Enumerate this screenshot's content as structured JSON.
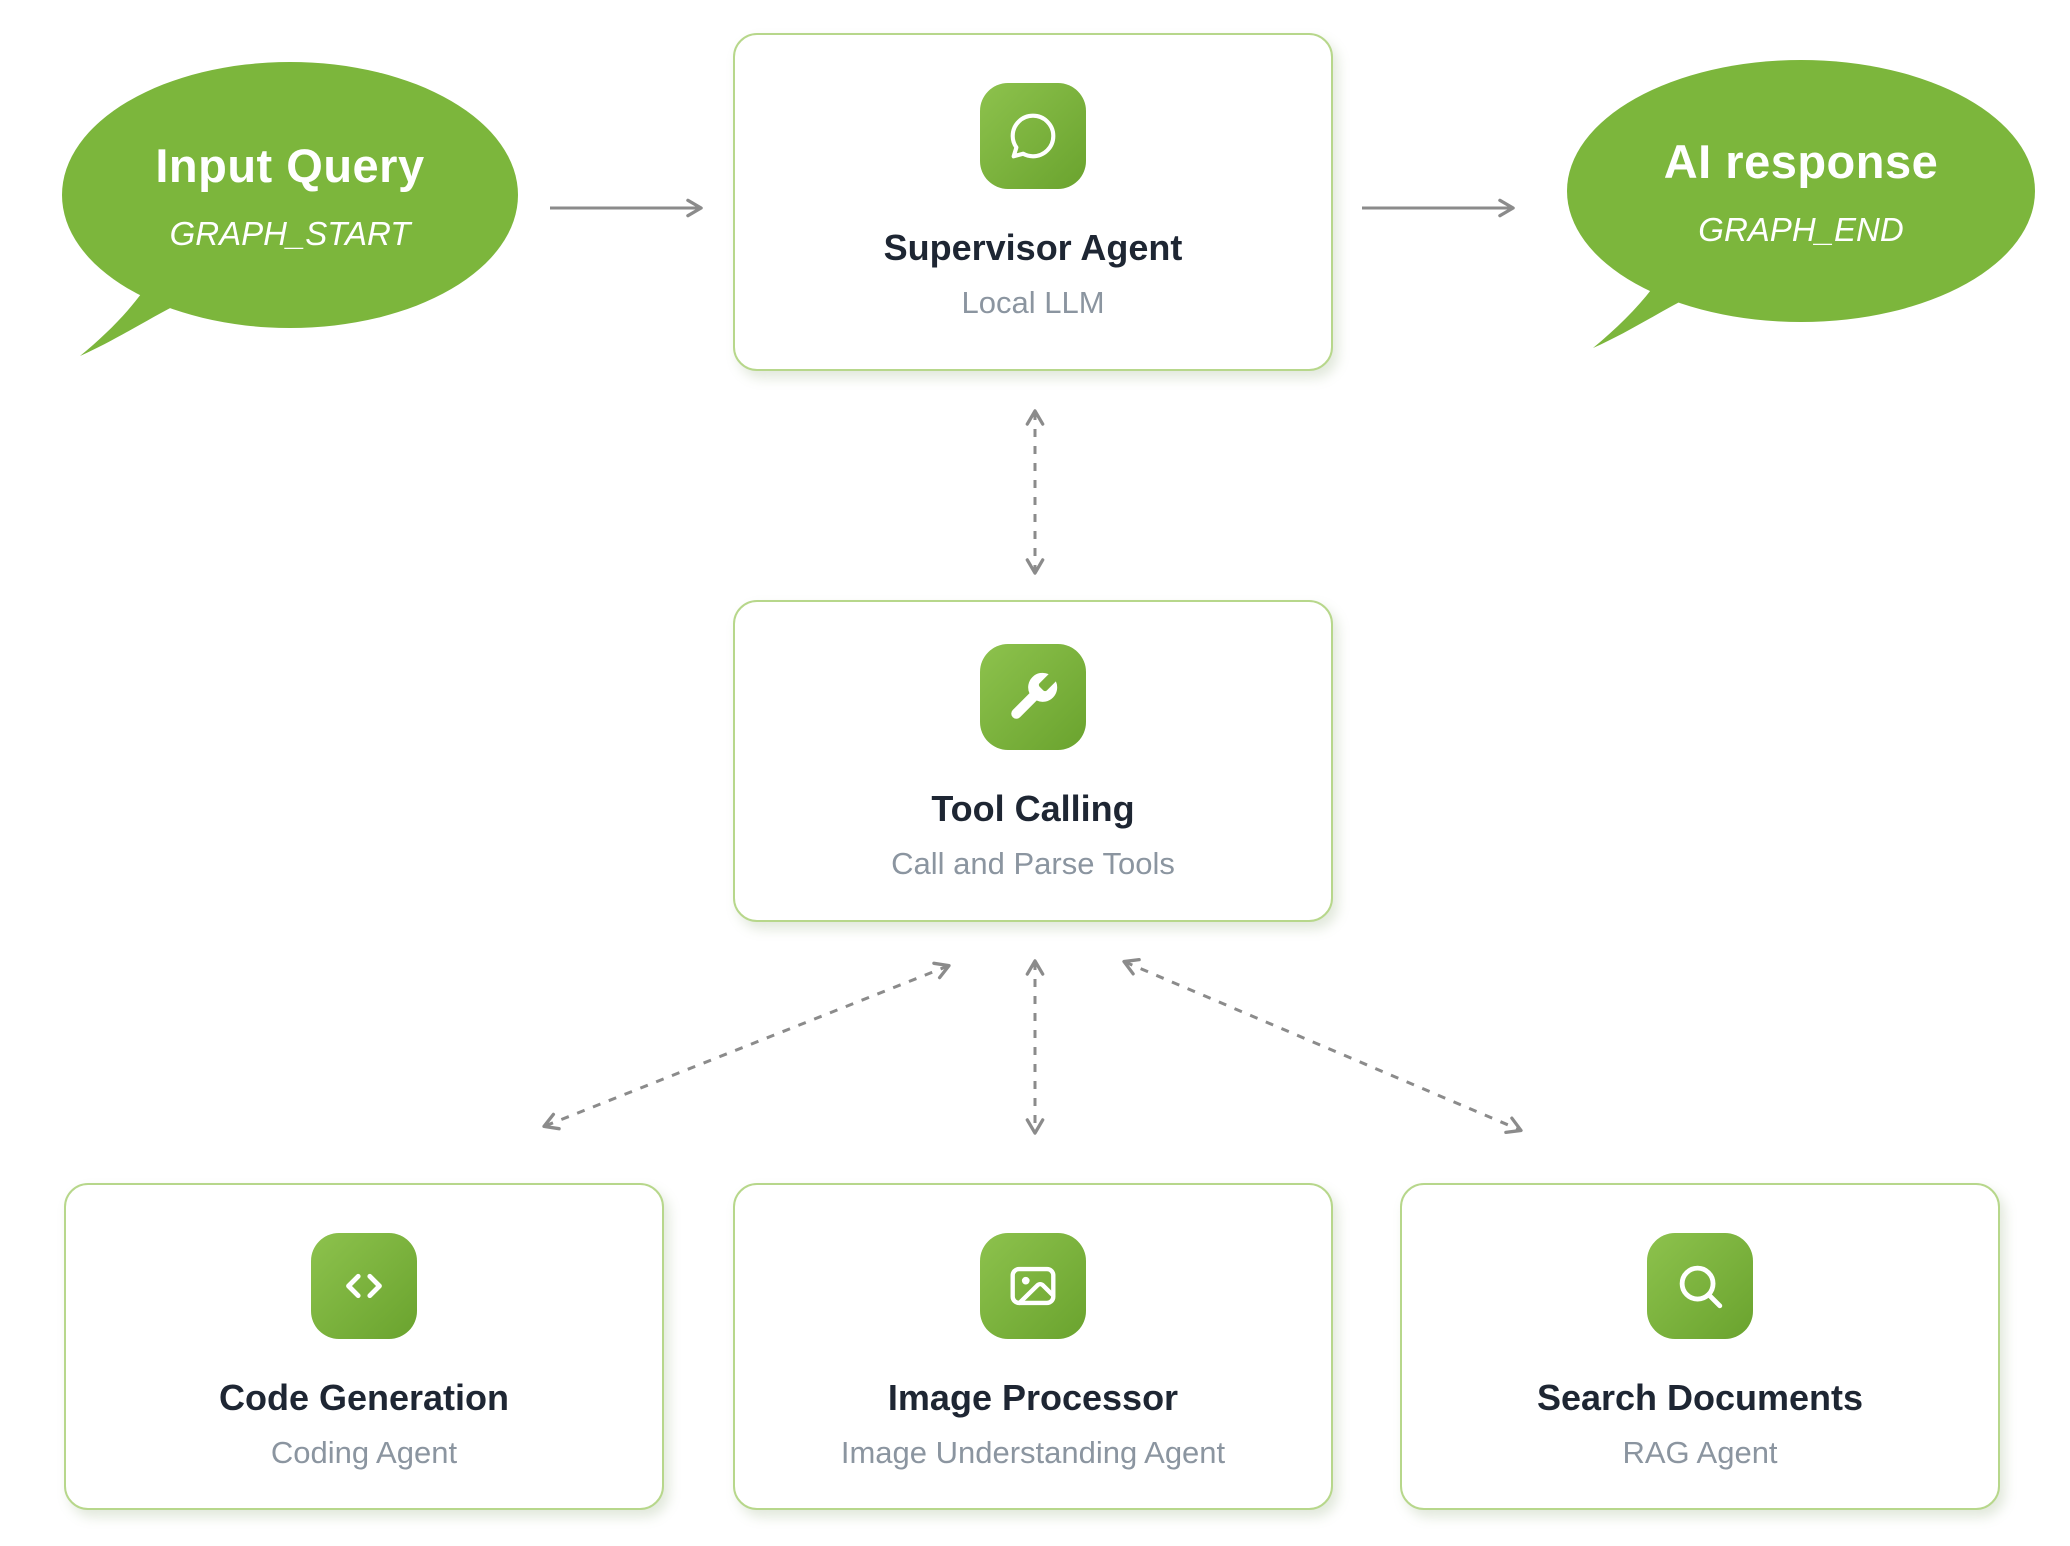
{
  "colors": {
    "bubble_green": "#7cb63c",
    "icon_gradient_start": "#8dc24d",
    "icon_gradient_end": "#6aa32e",
    "card_border": "#b7d78b",
    "title_text": "#1e2633",
    "subtitle_text": "#8b95a0",
    "arrow_gray": "#8b8b8b"
  },
  "nodes": {
    "input_query": {
      "title": "Input Query",
      "subtitle": "GRAPH_START"
    },
    "supervisor": {
      "title": "Supervisor Agent",
      "subtitle": "Local LLM",
      "icon": "chat-icon"
    },
    "ai_response": {
      "title": "AI response",
      "subtitle": "GRAPH_END"
    },
    "tool_calling": {
      "title": "Tool Calling",
      "subtitle": "Call and Parse Tools",
      "icon": "wrench-icon"
    },
    "code_generation": {
      "title": "Code Generation",
      "subtitle": "Coding Agent",
      "icon": "code-icon"
    },
    "image_processor": {
      "title": "Image Processor",
      "subtitle": "Image Understanding Agent",
      "icon": "image-icon"
    },
    "search_documents": {
      "title": "Search Documents",
      "subtitle": "RAG Agent",
      "icon": "search-icon"
    }
  },
  "connectors": [
    {
      "name": "input-to-supervisor",
      "style": "solid",
      "direction": "one-way"
    },
    {
      "name": "supervisor-to-response",
      "style": "solid",
      "direction": "one-way"
    },
    {
      "name": "supervisor-tool-calling",
      "style": "dashed",
      "direction": "two-way"
    },
    {
      "name": "tool-calling-code-generation",
      "style": "dashed",
      "direction": "two-way"
    },
    {
      "name": "tool-calling-image-processor",
      "style": "dashed",
      "direction": "two-way"
    },
    {
      "name": "tool-calling-search-documents",
      "style": "dashed",
      "direction": "two-way"
    }
  ]
}
